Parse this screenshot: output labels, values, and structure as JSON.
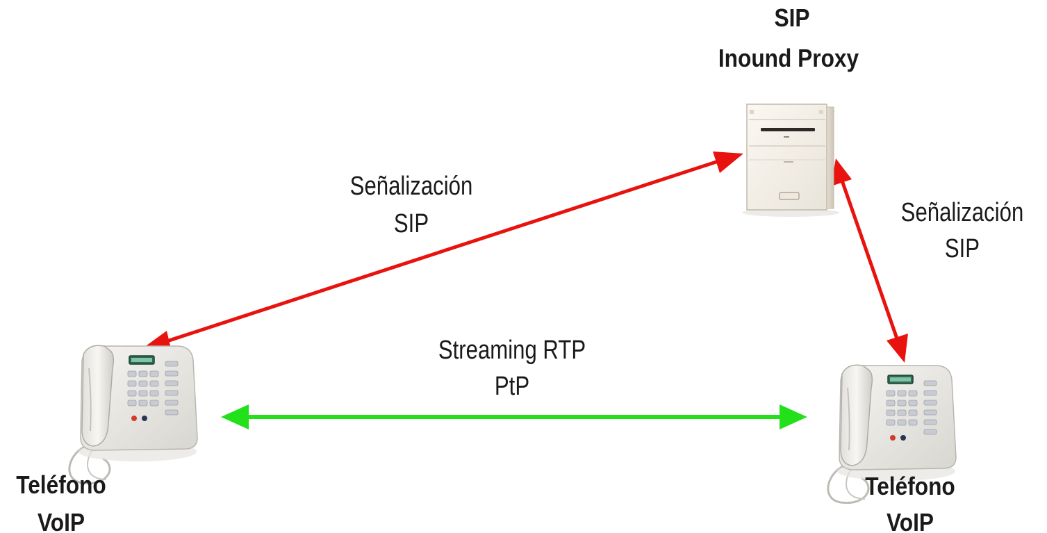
{
  "diagram": {
    "nodes": {
      "proxy": {
        "title_line1": "SIP",
        "title_line2": "Inound Proxy",
        "icon": "server-tower-icon"
      },
      "phone_left": {
        "title_line1": "Teléfono",
        "title_line2": "VoIP",
        "icon": "desk-phone-icon"
      },
      "phone_right": {
        "title_line1": "Teléfono",
        "title_line2": "VoIP",
        "icon": "desk-phone-icon"
      }
    },
    "edges": {
      "signal_left": {
        "line1": "Señalización",
        "line2": "SIP",
        "color": "#e8130e"
      },
      "signal_right": {
        "line1": "Señalización",
        "line2": "SIP",
        "color": "#e8130e"
      },
      "media": {
        "line1": "Streaming RTP",
        "line2": "PtP",
        "color": "#22e01a"
      }
    }
  }
}
